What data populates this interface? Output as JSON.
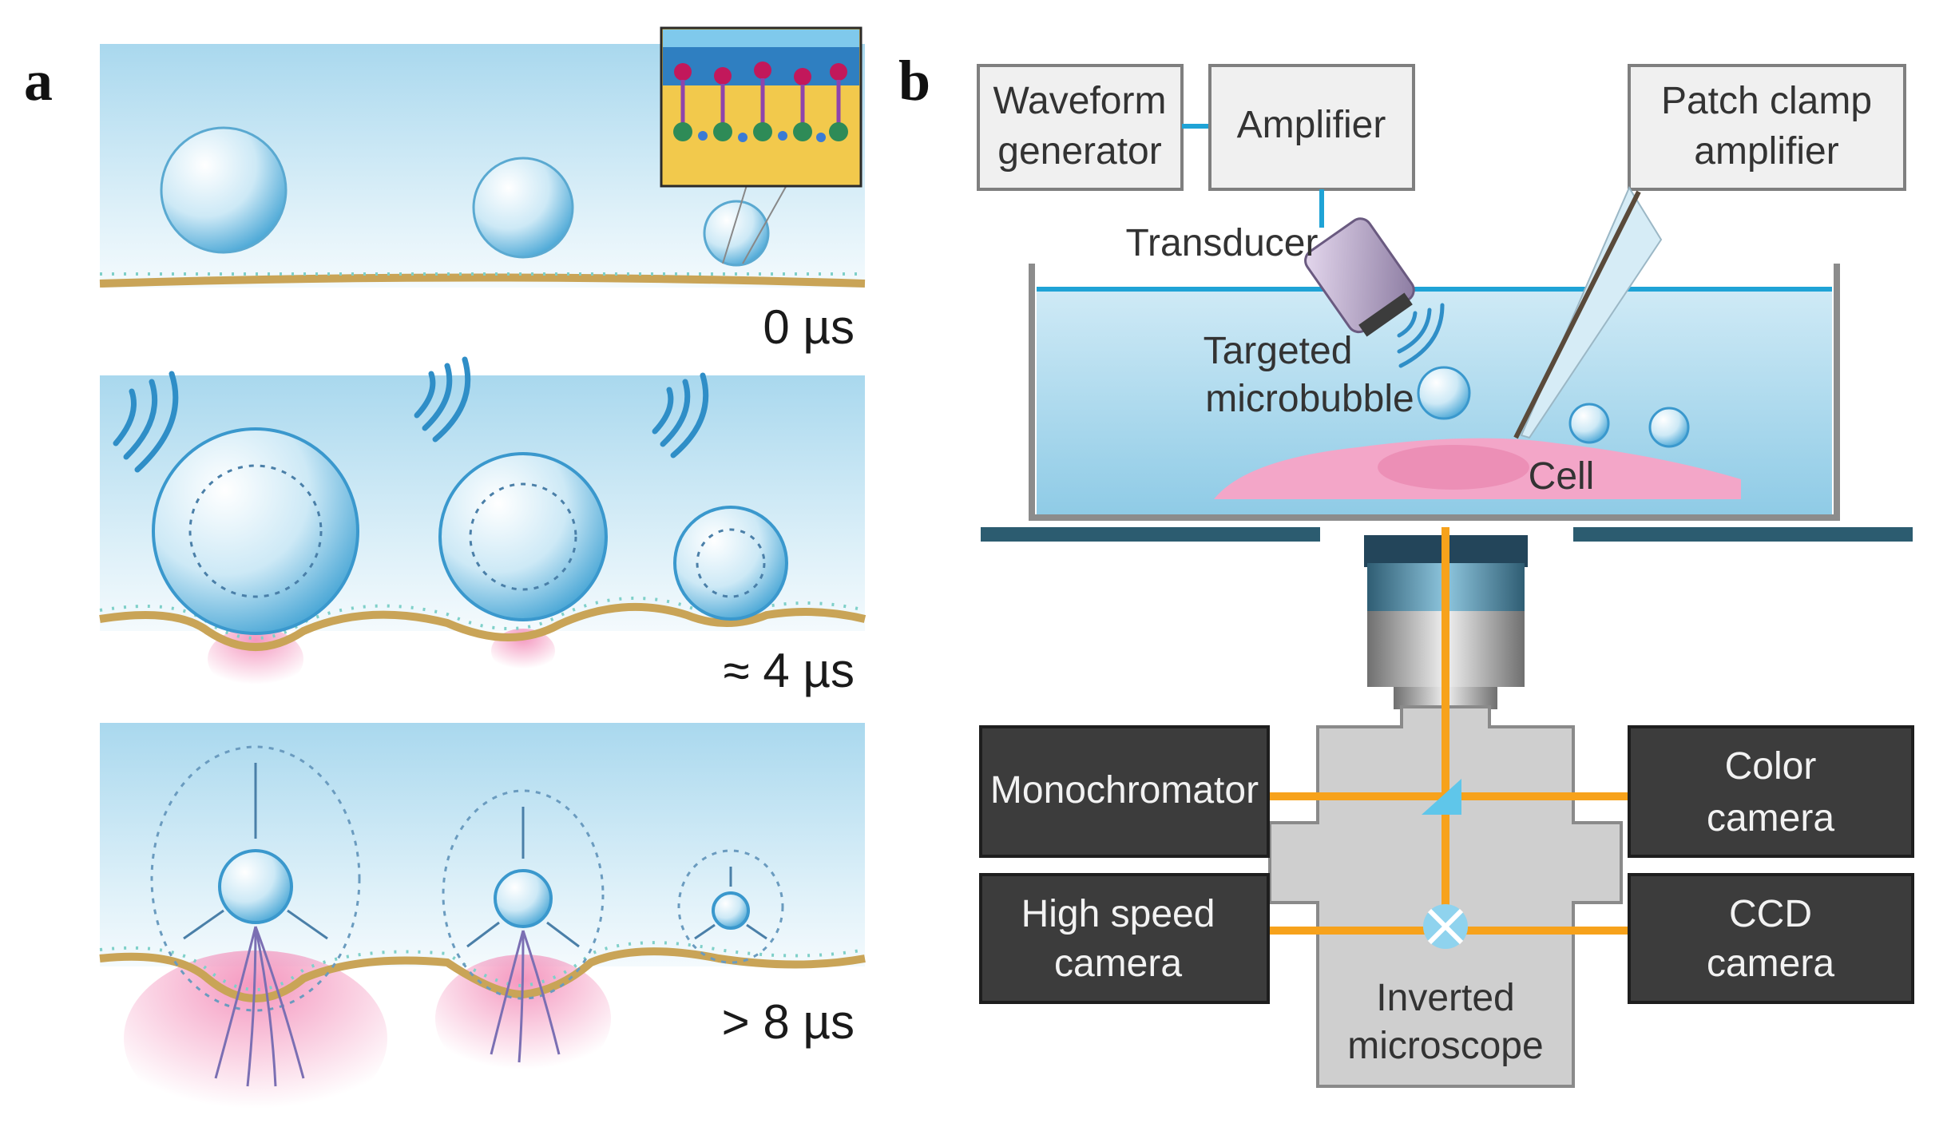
{
  "panel_a": {
    "letter": "a",
    "time_labels": [
      "0 µs",
      "≈ 4 µs",
      "> 8 µs"
    ]
  },
  "panel_b": {
    "letter": "b",
    "waveform_generator": [
      "Waveform",
      "generator"
    ],
    "amplifier": "Amplifier",
    "patch_clamp": [
      "Patch clamp",
      "amplifier"
    ],
    "transducer": "Transducer",
    "targeted_microbubble": [
      "Targeted",
      "microbubble"
    ],
    "cell": "Cell",
    "monochromator": "Monochromator",
    "color_camera": [
      "Color",
      "camera"
    ],
    "high_speed_camera": [
      "High speed",
      "camera"
    ],
    "ccd_camera": [
      "CCD",
      "camera"
    ],
    "inverted_microscope": [
      "Inverted",
      "microscope"
    ]
  },
  "colors": {
    "water": "#bfe3f2",
    "membrane": "#c9a457",
    "beam": "#f7a21b",
    "dark_box": "#3c3c3c",
    "cell": "#f3a6c8"
  }
}
